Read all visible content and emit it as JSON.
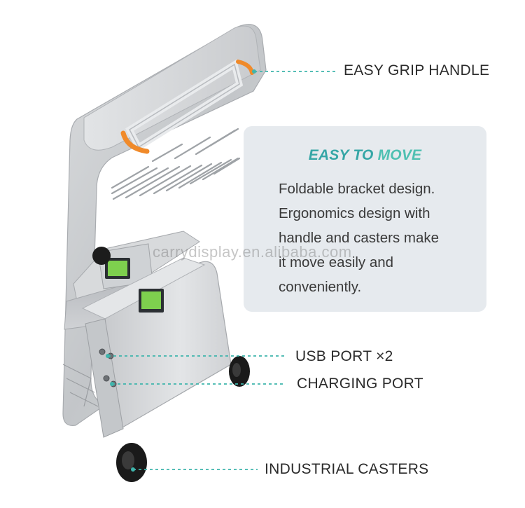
{
  "callouts": {
    "handle": "EASY GRIP HANDLE",
    "usb": "USB PORT ×2",
    "charging": "CHARGING PORT",
    "casters": "INDUSTRIAL CASTERS"
  },
  "card": {
    "title_part1": "EASY TO",
    "title_part2": "MOVE",
    "lines": [
      "Foldable bracket design.",
      "Ergonomics design with",
      "handle and casters make",
      "it move easily and",
      "conveniently."
    ]
  },
  "watermark": "carrydisplay.en.alibaba.com",
  "colors": {
    "accent": "#3fb5ac",
    "card_bg": "#e6eaee",
    "handle_orange": "#f08a2a",
    "screen_green": "#7ed04e",
    "body_silver": "#d2d4d6"
  }
}
